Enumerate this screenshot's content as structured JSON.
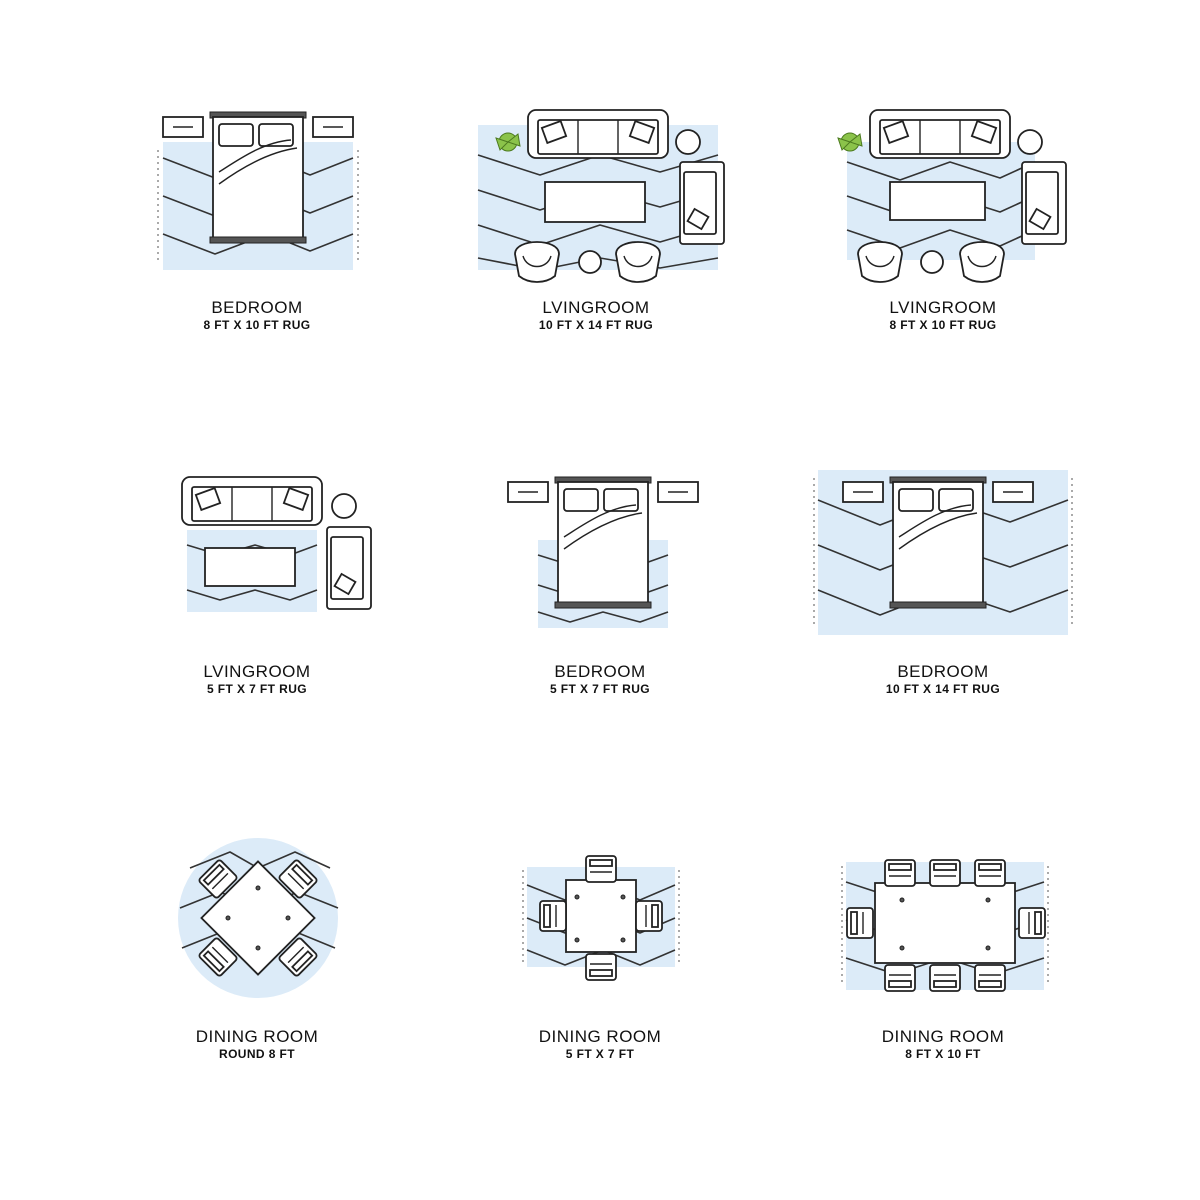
{
  "layouts": [
    {
      "id": "bedroom-8x10",
      "kind": "bedroom",
      "room": "BEDROOM",
      "size": "8 FT X 10 FT RUG"
    },
    {
      "id": "living-10x14",
      "kind": "living",
      "room": "LVINGROOM",
      "size": "10 FT X 14 FT RUG"
    },
    {
      "id": "living-8x10",
      "kind": "living",
      "room": "LVINGROOM",
      "size": "8 FT X 10 FT RUG"
    },
    {
      "id": "living-5x7",
      "kind": "living",
      "room": "LVINGROOM",
      "size": "5 FT X 7 FT RUG"
    },
    {
      "id": "bedroom-5x7",
      "kind": "bedroom",
      "room": "BEDROOM",
      "size": "5 FT X 7 FT RUG"
    },
    {
      "id": "bedroom-10x14",
      "kind": "bedroom",
      "room": "BEDROOM",
      "size": "10 FT X 14 FT RUG"
    },
    {
      "id": "dining-round-8",
      "kind": "dining",
      "room": "DINING ROOM",
      "size": "ROUND 8 FT"
    },
    {
      "id": "dining-5x7",
      "kind": "dining",
      "room": "DINING ROOM",
      "size": "5 FT X 7 FT"
    },
    {
      "id": "dining-8x10",
      "kind": "dining",
      "room": "DINING ROOM",
      "size": "8 FT X 10 FT"
    }
  ],
  "colors": {
    "rug": "#dcebf8",
    "line": "#222222",
    "plant": "#8bc34a"
  }
}
